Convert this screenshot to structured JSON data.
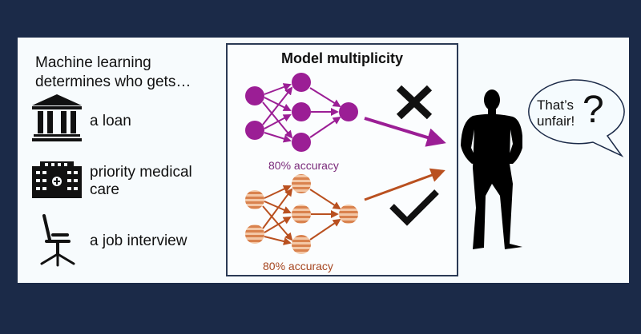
{
  "intro": {
    "line1": "Machine learning",
    "line2": "determines who gets…"
  },
  "items": [
    {
      "icon": "bank-icon",
      "label": "a loan"
    },
    {
      "icon": "hospital-icon",
      "label_line1": "priority medical",
      "label_line2": "care"
    },
    {
      "icon": "office-chair-icon",
      "label": "a job interview"
    }
  ],
  "center": {
    "title": "Model multiplicity",
    "model_a": {
      "accuracy_label": "80% accuracy",
      "color": "#9b1e95",
      "outcome": "rejected"
    },
    "model_b": {
      "accuracy_label": "80% accuracy",
      "color": "#c4572b",
      "outcome": "accepted"
    }
  },
  "speech": {
    "line1": "That’s",
    "line2": "unfair!",
    "mark": "?"
  }
}
